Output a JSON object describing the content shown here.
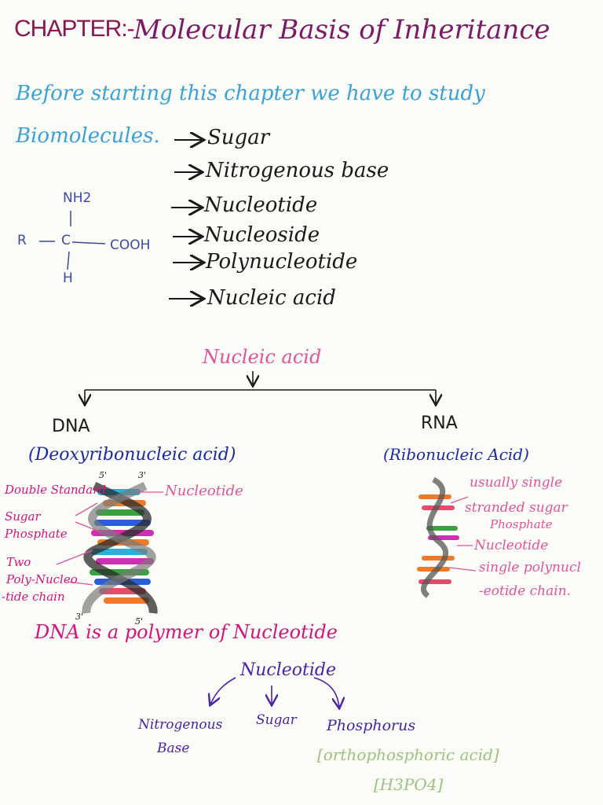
{
  "header": {
    "chapter_label": "CHAPTER:-",
    "title": "Molecular Basis of Inheritance"
  },
  "intro": {
    "line1": "Before starting this chapter we have to study",
    "line2": "Biomolecules."
  },
  "biomolecules": [
    "Sugar",
    "Nitrogenous base",
    "Nucleotide",
    "Nucleoside",
    "Polynucleotide",
    "Nucleic acid"
  ],
  "structure": {
    "top": "NH2",
    "left": "R",
    "center": "C",
    "right": "COOH",
    "bottom": "H"
  },
  "nucleic_acid": {
    "root": "Nucleic acid",
    "dna": {
      "label": "DNA",
      "full_name": "(Deoxyribonucleic acid)",
      "end_top_left": "5'",
      "end_top_right": "3'",
      "end_bottom_left": "3'",
      "end_bottom_right": "5'",
      "annotations": {
        "double_stranded": "Double Standard",
        "sugar": "Sugar",
        "phosphate": "Phosphate",
        "two": "Two",
        "poly_nucleo": "Poly-Nucleo",
        "tide_chain": "-tide chain",
        "nucleotide": "Nucleotide"
      }
    },
    "rna": {
      "label": "RNA",
      "full_name": "(Ribonucleic Acid)",
      "annotations": {
        "usually_single": "usually single",
        "stranded_sugar": "stranded sugar",
        "phosphate": "Phosphate",
        "nucleotide": "Nucleotide",
        "single_polynucleo": "single polynucl",
        "otide_chain": "-eotide chain."
      }
    }
  },
  "polymer_statement": "DNA is a polymer of Nucleotide",
  "nucleotide_tree": {
    "root": "Nucleotide",
    "nitrogenous": "Nitrogenous",
    "base": "Base",
    "sugar": "Sugar",
    "phosphorus": "Phosphorus",
    "orthophosphoric": "[orthophosphoric acid]",
    "formula": "[H3PO4]"
  },
  "colors": {
    "title": "#7c1a68",
    "intro": "#3aa2d8",
    "pink": "#e0559a",
    "purple": "#4a22a8",
    "green": "#9cc27e",
    "magenta": "#d4147e"
  }
}
